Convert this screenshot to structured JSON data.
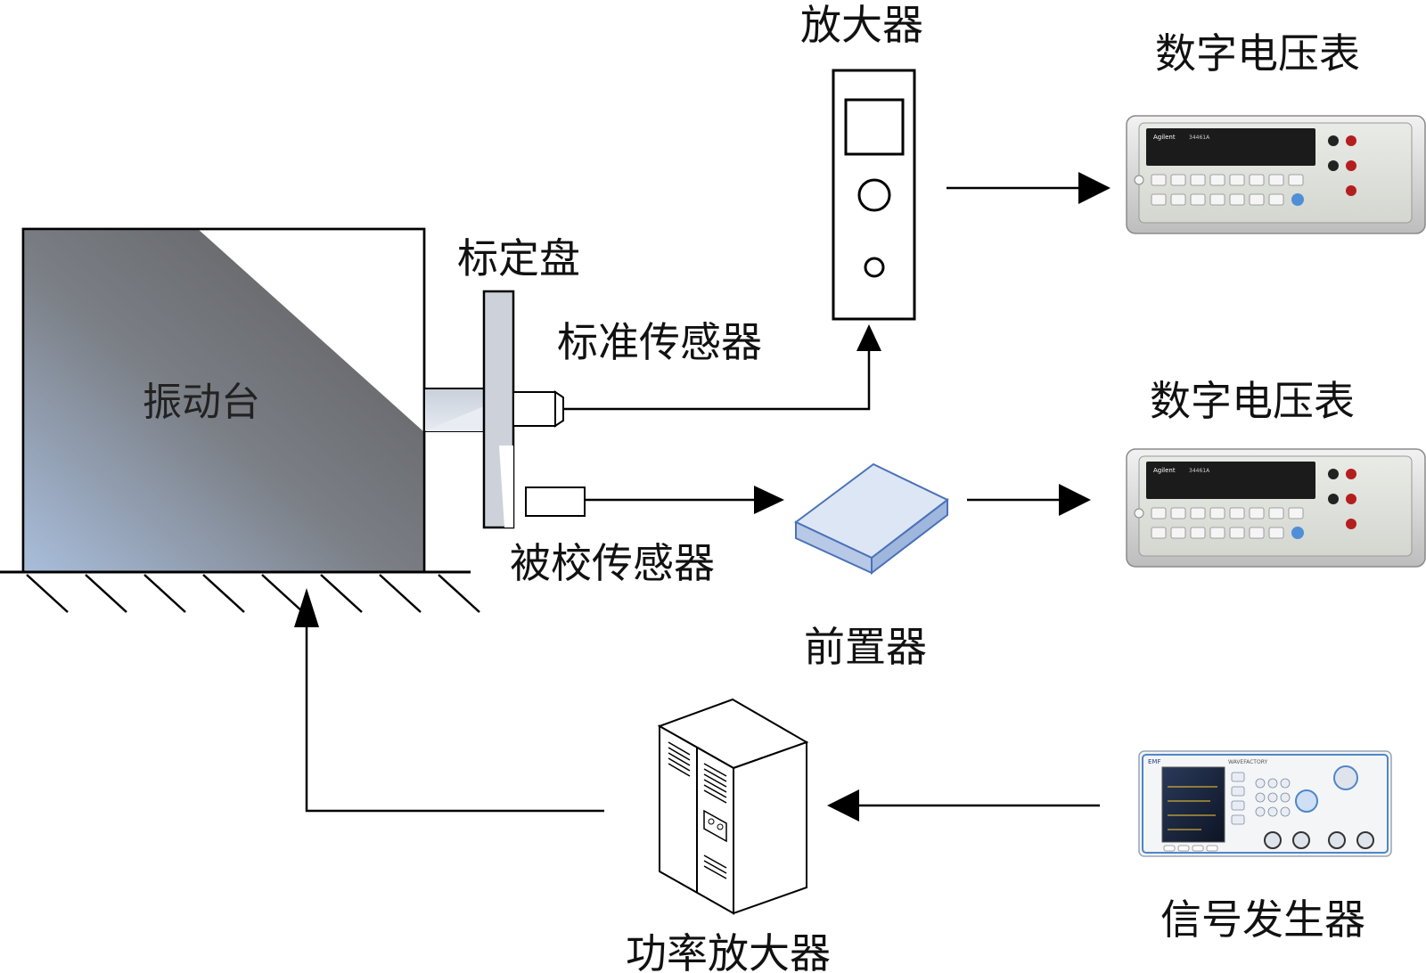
{
  "labels": {
    "amplifier_top": "放大器",
    "voltmeter_top": "数字电压表",
    "voltmeter_mid": "数字电压表",
    "calibration_disk": "标定盘",
    "standard_sensor": "标准传感器",
    "vibration_table": "振动台",
    "sensor_under_test": "被校传感器",
    "preamplifier": "前置器",
    "power_amplifier": "功率放大器",
    "signal_generator": "信号发生器"
  },
  "instrument_text": {
    "voltmeter_brand": "Agilent",
    "voltmeter_model": "34461A",
    "generator_brand": "EMF",
    "generator_model": "WAVEFACTORY"
  },
  "colors": {
    "table_dark": "#5f5f5f",
    "table_light": "#a9bedc",
    "preamp_face": "#dde6f5",
    "preamp_edge": "#4a72b8",
    "disk": "#cdd2da"
  }
}
